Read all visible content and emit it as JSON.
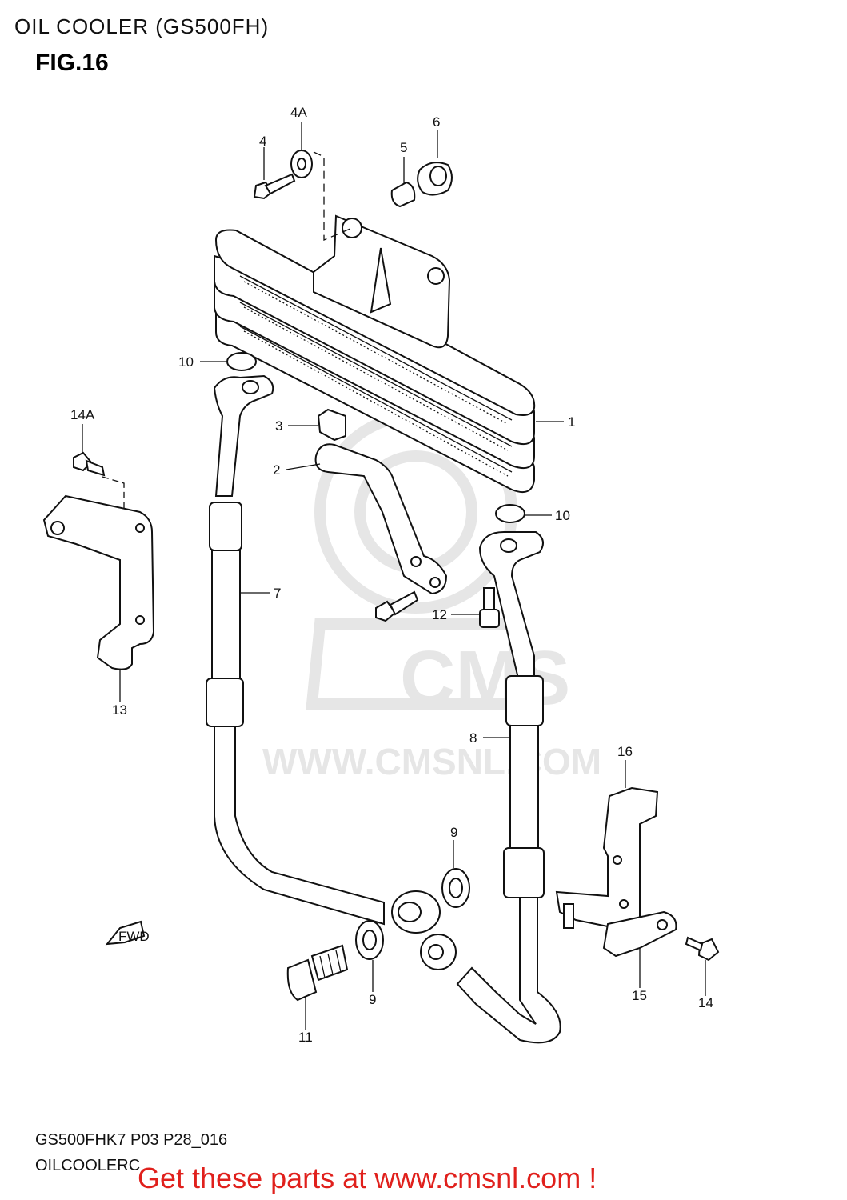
{
  "header": {
    "title": "OIL COOLER (GS500FH)",
    "figure": "FIG.16"
  },
  "watermark": {
    "logo_text": "CMS",
    "url_text": "WWW.CMSNL.COM"
  },
  "callouts": {
    "c1": "1",
    "c2": "2",
    "c3": "3",
    "c4": "4",
    "c4a": "4A",
    "c5": "5",
    "c6": "6",
    "c7": "7",
    "c8": "8",
    "c9a": "9",
    "c9b": "9",
    "c10a": "10",
    "c10b": "10",
    "c11": "11",
    "c12": "12",
    "c13": "13",
    "c14": "14",
    "c14a": "14A",
    "c15": "15",
    "c16": "16",
    "fwd": "FWD"
  },
  "footer": {
    "code": "GS500FHK7 P03 P28_016",
    "caption": "OILCOOLERC",
    "promo": "Get these parts at www.cmsnl.com !"
  },
  "colors": {
    "promo": "#e0201c",
    "line": "#111111",
    "watermark": "#e6e6e6"
  }
}
